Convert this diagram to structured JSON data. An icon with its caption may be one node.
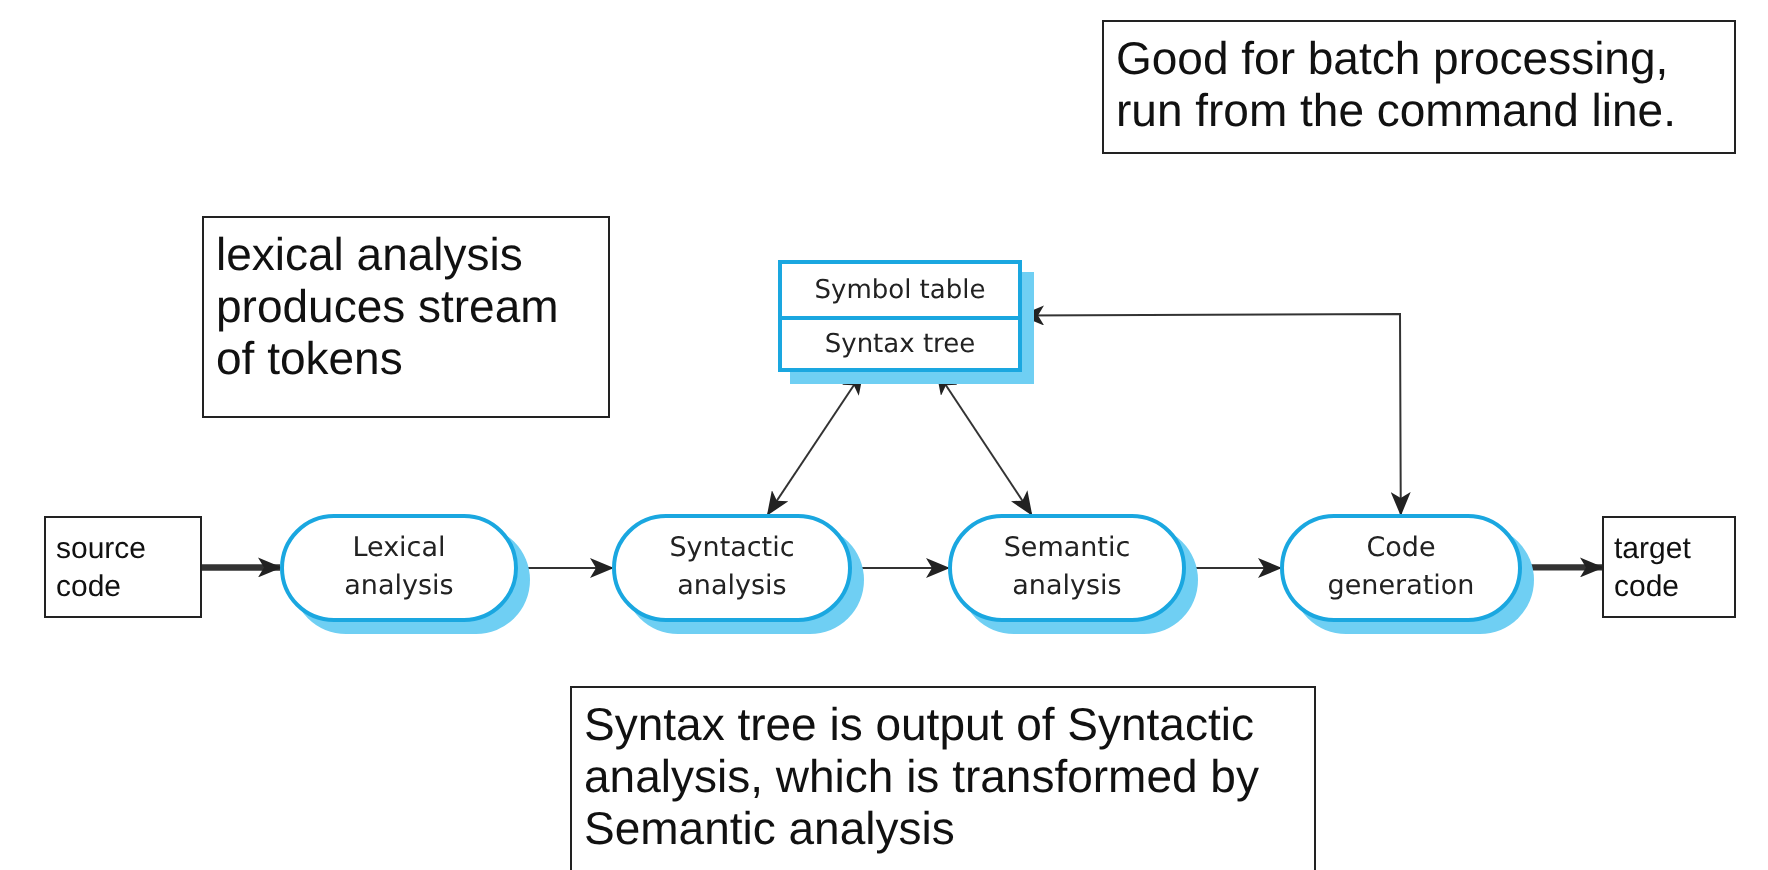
{
  "diagram": {
    "nodes": [
      {
        "text": [
          "Good for batch processing, run from the command line."
        ]
      },
      {
        "text": [
          "lexical analysis produces stream of tokens"
        ]
      },
      {
        "text": [],
        "shape": "box"
      },
      {
        "text": [
          "Symbol table"
        ],
        "in": 2
      },
      {
        "text": [
          "Syntax tree"
        ],
        "in": 2
      },
      {
        "text": [
          "source code"
        ]
      },
      {
        "text": [
          "Lexical analysis"
        ]
      },
      {
        "text": [
          "Syntactic analysis"
        ]
      },
      {
        "text": [
          "Semantic analysis"
        ]
      },
      {
        "text": [
          "Code generation"
        ]
      },
      {
        "text": [
          "target code"
        ]
      },
      {
        "text": [
          "Syntax tree is output of Syntactic analysis, which is transformed by Semantic analysis"
        ]
      }
    ],
    "edges": [
      {
        "from": 5,
        "to": 6,
        "arrow": "to",
        "style": "thick"
      },
      {
        "from": 6,
        "to": 7,
        "arrow": "to"
      },
      {
        "from": 7,
        "to": 8,
        "arrow": "to"
      },
      {
        "from": 8,
        "to": 9,
        "arrow": "to"
      },
      {
        "from": 9,
        "to": 10,
        "arrow": "to",
        "style": "thick"
      },
      {
        "from": 7,
        "to": 2,
        "arrow": "both"
      },
      {
        "from": 8,
        "to": 2,
        "arrow": "both"
      },
      {
        "from": 9,
        "to": 2,
        "arrow": "both"
      }
    ]
  }
}
